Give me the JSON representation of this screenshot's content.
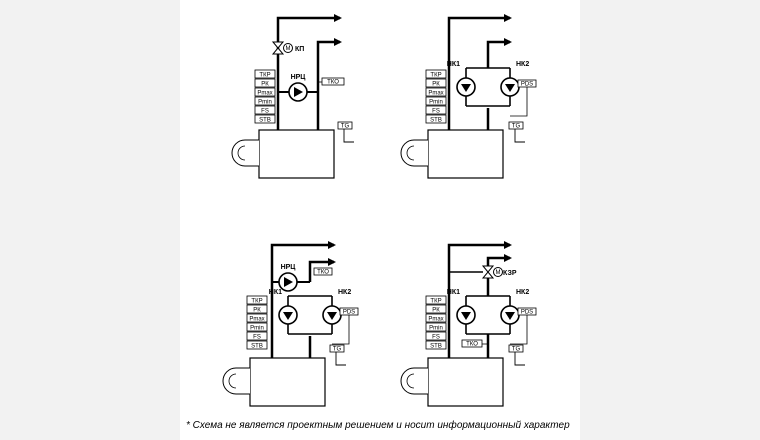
{
  "left_tags": [
    "ТКР",
    "РК",
    "Pmax",
    "Pmin",
    "FS",
    "STB"
  ],
  "footnote": "* Схема не является проектным решением и носит информационный характер",
  "panels": [
    {
      "id": "p1",
      "labels": {
        "valve": "КП",
        "valve_badge": "M",
        "pump_main": "НРЦ",
        "tko": "ТКО",
        "tg": "TG"
      }
    },
    {
      "id": "p2",
      "labels": {
        "pump_1": "НК1",
        "pump_2": "НК2",
        "pds": "PDS",
        "tg": "TG"
      }
    },
    {
      "id": "p3",
      "labels": {
        "pump_main": "НРЦ",
        "tko": "ТКО",
        "pump_1": "НК1",
        "pump_2": "НК2",
        "pds": "PDS",
        "tg": "TG"
      }
    },
    {
      "id": "p4",
      "labels": {
        "valve": "КЗР",
        "valve_badge": "M",
        "pump_1": "НК1",
        "pump_2": "НК2",
        "pds": "PDS",
        "tko": "ТКО",
        "tg": "TG"
      }
    }
  ]
}
